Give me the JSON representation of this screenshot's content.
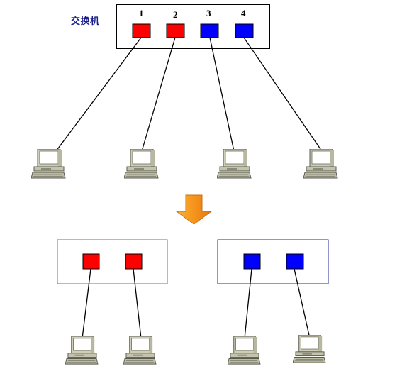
{
  "switch": {
    "label": "交换机",
    "ports": [
      {
        "number": "1",
        "color": "#ff0000"
      },
      {
        "number": "2",
        "color": "#ff0000"
      },
      {
        "number": "3",
        "color": "#0000ff"
      },
      {
        "number": "4",
        "color": "#0000ff"
      }
    ]
  },
  "colors": {
    "red": "#ff0000",
    "blue": "#0000ff",
    "red_vlan_border": "#c0504d",
    "blue_vlan_border": "#2a2a9a",
    "arrow": "#f7941d"
  },
  "icons": {
    "computer": "computer-icon",
    "arrow": "arrow-down-icon"
  }
}
